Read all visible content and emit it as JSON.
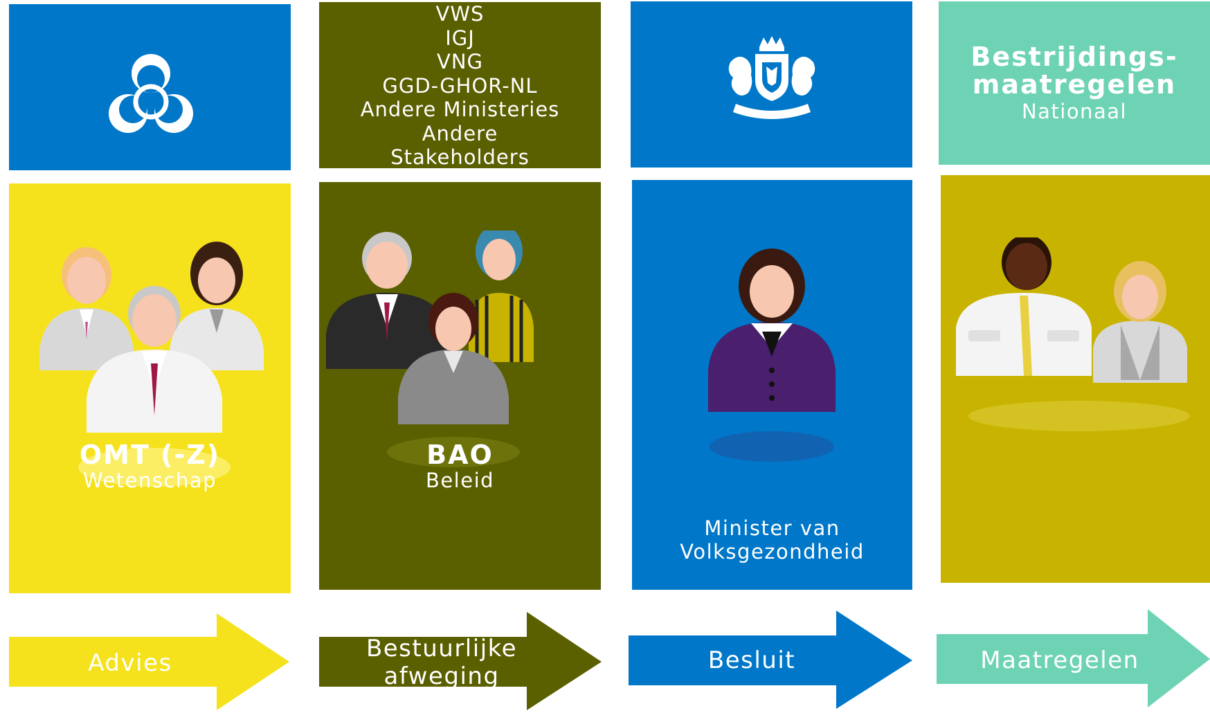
{
  "colors": {
    "blue": "#0077c8",
    "yellow": "#f5e21c",
    "olive": "#5a5f00",
    "mustard": "#c8b400",
    "teal": "#6ed3b4"
  },
  "columns": [
    {
      "top_icon": "biohazard-icon",
      "panel_title": "OMT (-Z)",
      "panel_subtitle": "Wetenschap",
      "arrow_label": "Advies"
    },
    {
      "top_list": [
        "VWS",
        "IGJ",
        "VNG",
        "GGD-GHOR-NL",
        "Andere Ministeries",
        "Andere",
        "Stakeholders"
      ],
      "panel_title": "BAO",
      "panel_subtitle": "Beleid",
      "arrow_label_line1": "Bestuurlijke",
      "arrow_label_line2": "afweging"
    },
    {
      "top_icon": "royal-coat-of-arms-icon",
      "panel_line1": "Minister van",
      "panel_line2": "Volksgezondheid",
      "arrow_label": "Besluit"
    },
    {
      "top_title_line1": "Bestrijdings-",
      "top_title_line2": "maatregelen",
      "top_subtitle": "Nationaal",
      "arrow_label": "Maatregelen"
    }
  ]
}
